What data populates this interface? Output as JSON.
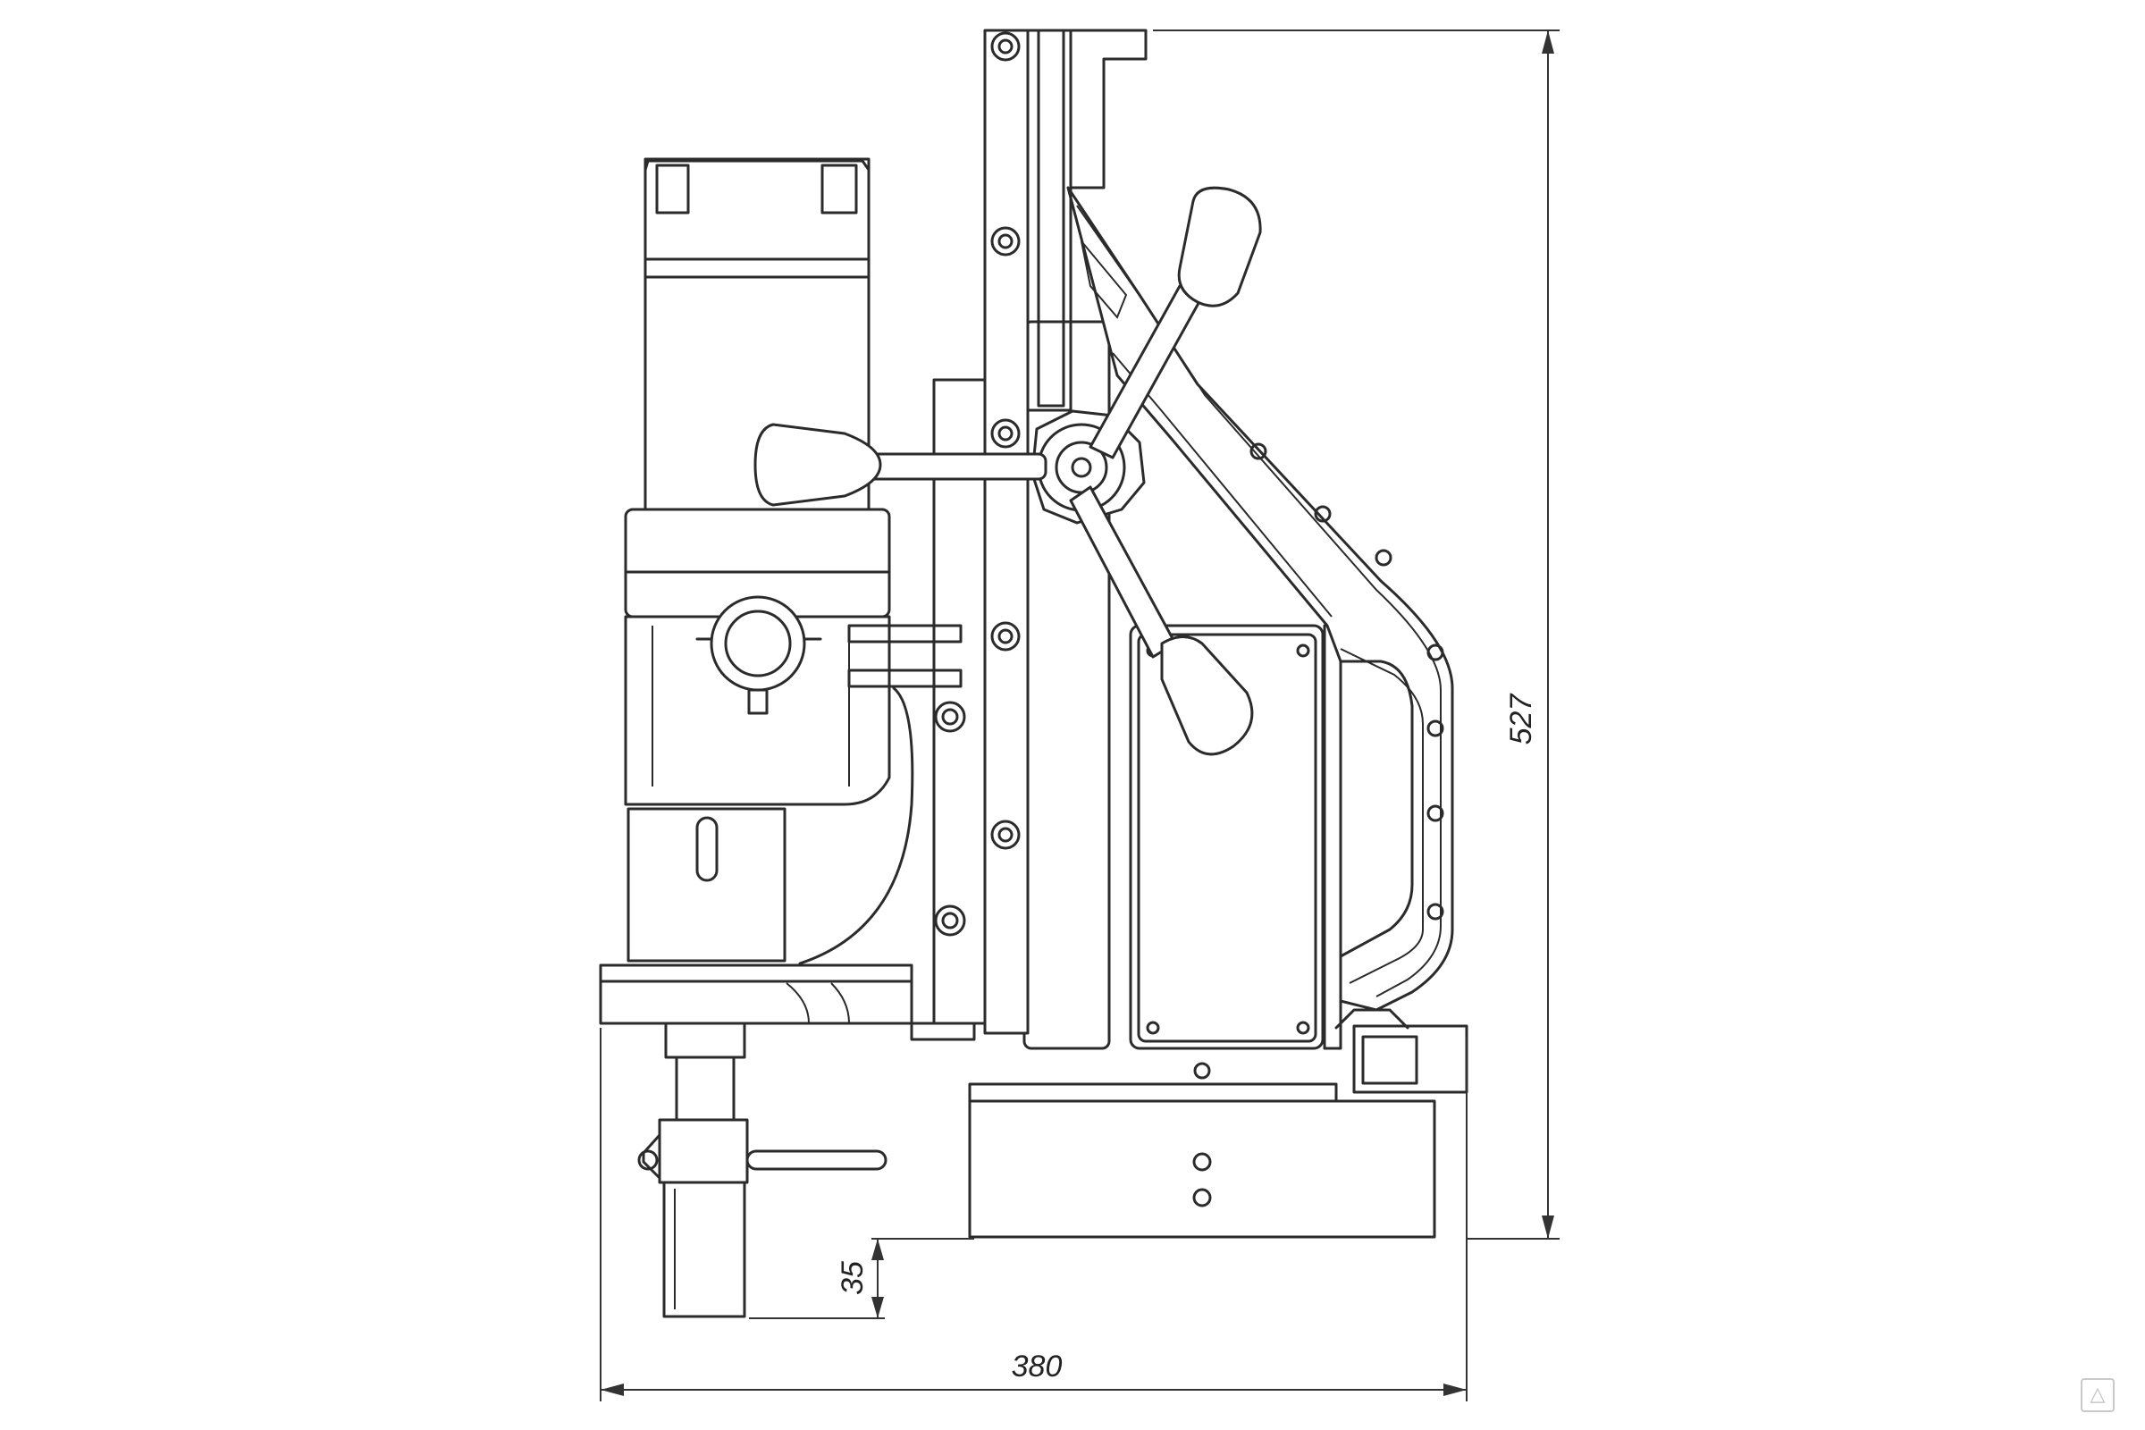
{
  "dimensions": {
    "height": "527",
    "offset": "35",
    "width": "380"
  },
  "watermark_icon": "triangle-logo-icon"
}
